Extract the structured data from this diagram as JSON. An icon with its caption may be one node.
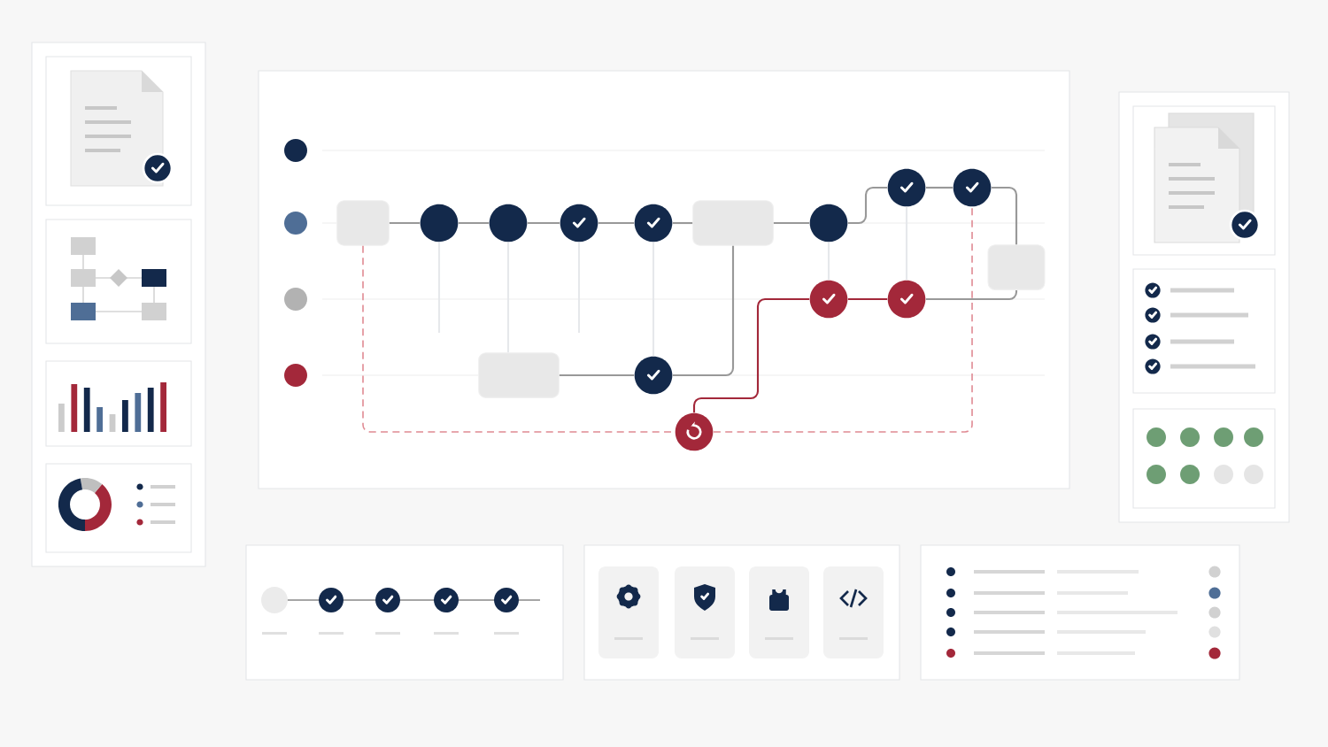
{
  "diagram": {
    "nodes": [
      {
        "text": [],
        "shape": "box"
      },
      {
        "text": [],
        "shape": "circle"
      },
      {
        "text": [],
        "shape": "circle"
      },
      {
        "text": [],
        "shape": "circle"
      },
      {
        "text": [],
        "shape": "circle"
      },
      {
        "text": [],
        "shape": "box"
      },
      {
        "text": [],
        "shape": "circle"
      },
      {
        "text": [],
        "shape": "circle"
      },
      {
        "text": [],
        "shape": "circle"
      },
      {
        "text": [],
        "shape": "box"
      },
      {
        "text": [],
        "shape": "circle"
      },
      {
        "text": [],
        "shape": "circle"
      },
      {
        "text": [],
        "shape": "box"
      },
      {
        "text": [],
        "shape": "circle"
      },
      {
        "text": [],
        "shape": "circle"
      }
    ],
    "edges": [
      {
        "from": 0,
        "to": 1,
        "arrow": "none"
      },
      {
        "from": 1,
        "to": 2,
        "arrow": "none"
      },
      {
        "from": 2,
        "to": 3,
        "arrow": "none"
      },
      {
        "from": 3,
        "to": 4,
        "arrow": "none"
      },
      {
        "from": 4,
        "to": 5,
        "arrow": "none"
      },
      {
        "from": 5,
        "to": 6,
        "arrow": "none"
      },
      {
        "from": 6,
        "to": 7,
        "arrow": "none"
      },
      {
        "from": 7,
        "to": 8,
        "arrow": "none"
      },
      {
        "from": 8,
        "to": 9,
        "arrow": "none"
      },
      {
        "from": 9,
        "to": 11,
        "arrow": "none"
      },
      {
        "from": 10,
        "to": 11,
        "arrow": "none",
        "color": "#a3283a"
      },
      {
        "from": 14,
        "to": 10,
        "arrow": "none",
        "color": "#a3283a"
      },
      {
        "from": 12,
        "to": 13,
        "arrow": "none"
      },
      {
        "from": 13,
        "to": 5,
        "arrow": "none"
      },
      {
        "from": 0,
        "to": 14,
        "arrow": "none",
        "style": "dashed",
        "color": "#e08a93"
      },
      {
        "from": 14,
        "to": 8,
        "arrow": "none",
        "style": "dashed",
        "color": "#e08a93"
      },
      {
        "from": 1,
        "to": null,
        "arrow": "none",
        "color": "#e6e8eb"
      },
      {
        "from": 2,
        "to": 12,
        "arrow": "none",
        "color": "#e6e8eb"
      },
      {
        "from": 3,
        "to": null,
        "arrow": "none",
        "color": "#e6e8eb"
      },
      {
        "from": 4,
        "to": 13,
        "arrow": "none",
        "color": "#e6e8eb"
      },
      {
        "from": 6,
        "to": 10,
        "arrow": "none",
        "color": "#e6e8eb"
      },
      {
        "from": 7,
        "to": 11,
        "arrow": "none",
        "color": "#e6e8eb"
      }
    ]
  }
}
